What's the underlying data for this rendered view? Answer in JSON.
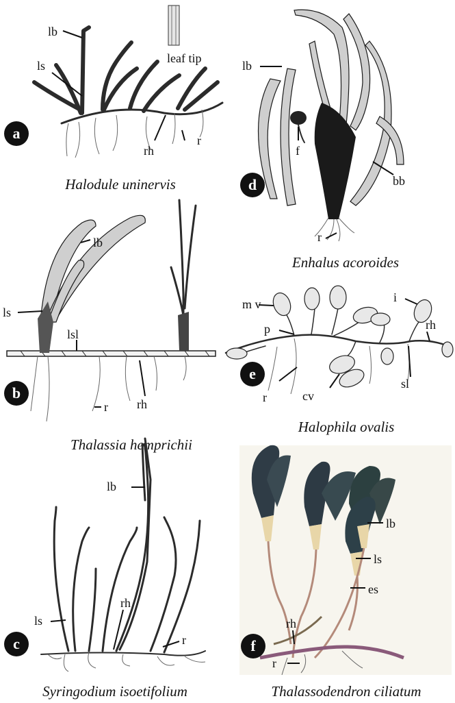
{
  "panels": {
    "a": {
      "letter": "a",
      "caption": "Halodule uninervis",
      "labels": {
        "lb": "lb",
        "ls": "ls",
        "rh": "rh",
        "r": "r",
        "leaf_tip": "leaf tip"
      }
    },
    "b": {
      "letter": "b",
      "caption": "Thalassia hemprichii",
      "labels": {
        "lb": "lb",
        "ls": "ls",
        "lsl": "lsl",
        "r": "r",
        "rh": "rh"
      }
    },
    "c": {
      "letter": "c",
      "caption": "Syringodium isoetifolium",
      "labels": {
        "lb": "lb",
        "ls": "ls",
        "rh": "rh",
        "r": "r"
      }
    },
    "d": {
      "letter": "d",
      "caption": "Enhalus acoroides",
      "labels": {
        "lb": "lb",
        "f": "f",
        "bb": "bb",
        "r": "r"
      }
    },
    "e": {
      "letter": "e",
      "caption": "Halophila ovalis",
      "labels": {
        "mv": "m v",
        "p": "p",
        "i": "i",
        "rh": "rh",
        "r": "r",
        "cv": "cv",
        "sl": "sl"
      }
    },
    "f": {
      "letter": "f",
      "caption": "Thalassodendron ciliatum",
      "labels": {
        "lb": "lb",
        "ls": "ls",
        "es": "es",
        "rh": "rh",
        "r": "r"
      }
    }
  },
  "colors": {
    "ink": "#111111",
    "leaf_fill": "#cfcfcf",
    "photo_leaf": "#2f3c46",
    "photo_sheath": "#e8d6a8",
    "photo_stem": "#8a5a7a",
    "photo_bg": "#f4f1e8"
  }
}
